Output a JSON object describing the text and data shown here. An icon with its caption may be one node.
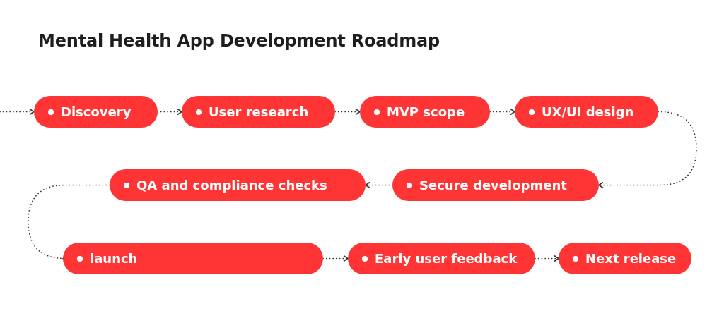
{
  "diagram": {
    "title": "Mental Health App Development Roadmap",
    "nodes": [
      {
        "text": [
          "Discovery"
        ]
      },
      {
        "text": [
          "User research"
        ]
      },
      {
        "text": [
          "MVP scope"
        ]
      },
      {
        "text": [
          "UX/UI design"
        ]
      },
      {
        "text": [
          "QA and compliance checks"
        ]
      },
      {
        "text": [
          "Secure development"
        ]
      },
      {
        "text": [
          "launch"
        ]
      },
      {
        "text": [
          "Early user feedback"
        ]
      },
      {
        "text": [
          "Next release"
        ]
      }
    ],
    "edges": [
      {
        "from": null,
        "to": 0,
        "arrow": "to"
      },
      {
        "from": 0,
        "to": 1,
        "arrow": "to"
      },
      {
        "from": 1,
        "to": 2,
        "arrow": "to"
      },
      {
        "from": 2,
        "to": 3,
        "arrow": "to"
      },
      {
        "from": 3,
        "to": 5,
        "arrow": "to"
      },
      {
        "from": 5,
        "to": 4,
        "arrow": "to"
      },
      {
        "from": 4,
        "to": 6,
        "arrow": "to"
      },
      {
        "from": 6,
        "to": 7,
        "arrow": "to"
      },
      {
        "from": 7,
        "to": 8,
        "arrow": "to"
      }
    ]
  }
}
